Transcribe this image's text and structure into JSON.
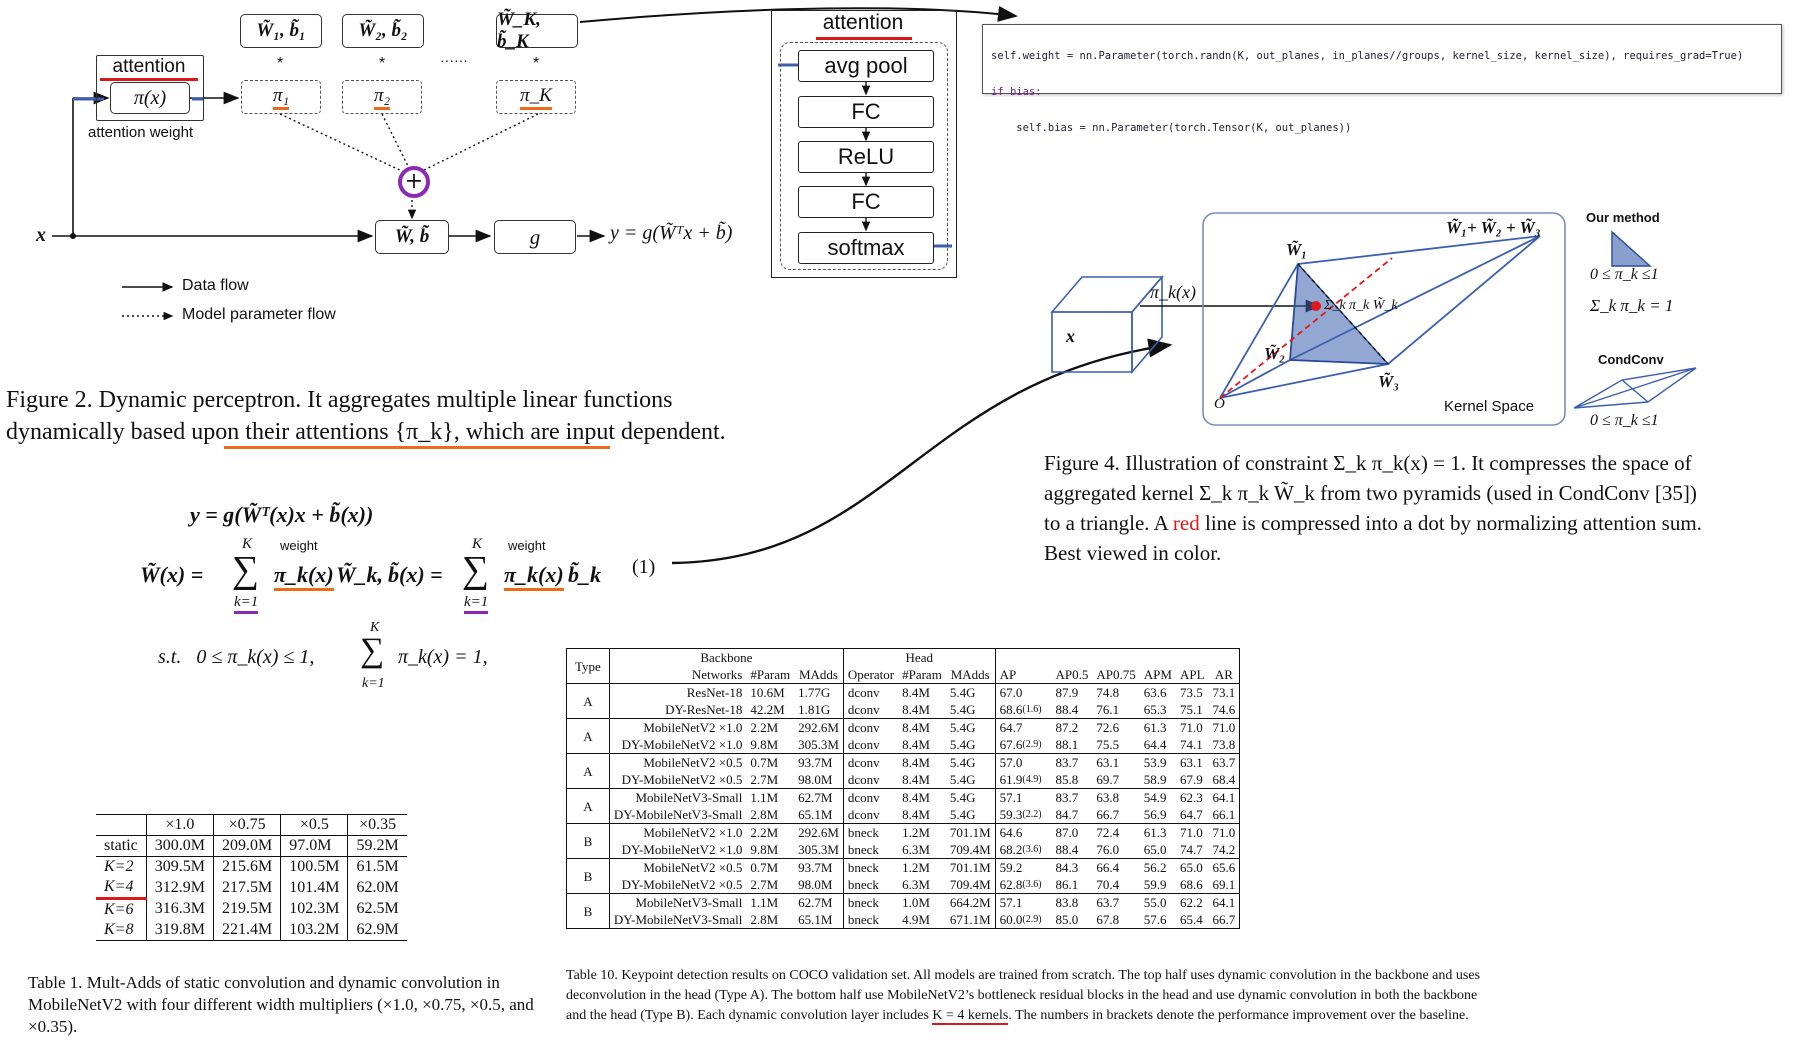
{
  "fig2": {
    "attention_label": "attention",
    "pi_x": "π(x)",
    "attention_weight": "attention weight",
    "params": [
      "W̃₁, b̃₁",
      "W̃₂, b̃₂",
      "W̃_K, b̃_K"
    ],
    "star": "*",
    "ellipsis": "······",
    "pis": [
      "π₁",
      "π₂",
      "π_K"
    ],
    "x_label": "x",
    "wb_box": "W̃, b̃",
    "g_box": "g",
    "output_eq": "y = g(W̃ᵀx + b̃)",
    "legend_data": "Data flow",
    "legend_param": "Model parameter flow",
    "caption": "Figure 2. Dynamic perceptron. It aggregates multiple linear functions dynamically based upon their attentions {π_k}, which are input dependent."
  },
  "attention_module": {
    "title": "attention",
    "layers": [
      "avg pool",
      "FC",
      "ReLU",
      "FC",
      "softmax"
    ]
  },
  "code": {
    "line1": "self.weight = nn.Parameter(torch.randn(K, out_planes, in_planes//groups, kernel_size, kernel_size), requires_grad=True)",
    "line2": "if bias:",
    "line3": "    self.bias = nn.Parameter(torch.Tensor(K, out_planes))"
  },
  "equation": {
    "line1": "y = g(W̃ᵀ(x)x + b̃(x))",
    "line2_left": "W̃(x) = ",
    "sum_top": "K",
    "sum_bottom": "k=1",
    "weight_tag": "weight",
    "term1": "π_k(x)",
    "w_k": "W̃_k, ",
    "b_left": "b̃(x) = ",
    "b_k": "b̃_k",
    "number": "(1)",
    "st": "s.t.   0 ≤ π_k(x) ≤ 1, ",
    "st_sum": "π_k(x) = 1,"
  },
  "fig4": {
    "x_label": "x",
    "pi_label": "π_k(x)",
    "w1": "W̃₁",
    "w2": "W̃₂",
    "w3": "W̃₃",
    "sum_top": "W̃₁+ W̃₂ + W̃₃",
    "sum_inner": "Σ_k π_k W̃_k",
    "origin": "O",
    "kernel_space": "Kernel Space",
    "our_method": "Our method",
    "constraint1": "0 ≤ π_k ≤1",
    "constraint2": "Σ_k π_k = 1",
    "condconv": "CondConv",
    "constraint3": "0 ≤ π_k ≤1",
    "caption_a": "Figure 4. Illustration of constraint Σ_k π_k(x) = 1. It compresses the space of aggregated kernel Σ_k π_k W̃_k from two pyramids (used in CondConv [35]) to a triangle.  A ",
    "caption_red": "red",
    "caption_b": " line is compressed into a dot by normalizing attention sum. Best viewed in color."
  },
  "table1": {
    "headers": [
      "",
      "×1.0",
      "×0.75",
      "×0.5",
      "×0.35"
    ],
    "rows": [
      [
        "static",
        "300.0M",
        "209.0M",
        "97.0M",
        "59.2M"
      ],
      [
        "K=2",
        "309.5M",
        "215.6M",
        "100.5M",
        "61.5M"
      ],
      [
        "K=4",
        "312.9M",
        "217.5M",
        "101.4M",
        "62.0M"
      ],
      [
        "K=6",
        "316.3M",
        "219.5M",
        "102.3M",
        "62.5M"
      ],
      [
        "K=8",
        "319.8M",
        "221.4M",
        "103.2M",
        "62.9M"
      ]
    ],
    "caption": "Table 1. Mult-Adds of static convolution and dynamic convolution in MobileNetV2 with four different width multipliers (×1.0, ×0.75, ×0.5, and ×0.35)."
  },
  "table10": {
    "group_headers": [
      "Type",
      "Backbone",
      "Head"
    ],
    "headers": [
      "Networks",
      "#Param",
      "MAdds",
      "Operator",
      "#Param",
      "MAdds",
      "AP",
      "AP0.5",
      "AP0.75",
      "APM",
      "APL",
      "AR"
    ],
    "groups": [
      {
        "type": "A",
        "rows": [
          [
            "ResNet-18",
            "10.6M",
            "1.77G",
            "dconv",
            "8.4M",
            "5.4G",
            "67.0",
            "",
            "87.9",
            "74.8",
            "63.6",
            "73.5",
            "73.1"
          ],
          [
            "DY-ResNet-18",
            "42.2M",
            "1.81G",
            "dconv",
            "8.4M",
            "5.4G",
            "68.6",
            "(1.6)",
            "88.4",
            "76.1",
            "65.3",
            "75.1",
            "74.6"
          ]
        ]
      },
      {
        "type": "A",
        "rows": [
          [
            "MobileNetV2 ×1.0",
            "2.2M",
            "292.6M",
            "dconv",
            "8.4M",
            "5.4G",
            "64.7",
            "",
            "87.2",
            "72.6",
            "61.3",
            "71.0",
            "71.0"
          ],
          [
            "DY-MobileNetV2 ×1.0",
            "9.8M",
            "305.3M",
            "dconv",
            "8.4M",
            "5.4G",
            "67.6",
            "(2.9)",
            "88.1",
            "75.5",
            "64.4",
            "74.1",
            "73.8"
          ]
        ]
      },
      {
        "type": "A",
        "rows": [
          [
            "MobileNetV2 ×0.5",
            "0.7M",
            "93.7M",
            "dconv",
            "8.4M",
            "5.4G",
            "57.0",
            "",
            "83.7",
            "63.1",
            "53.9",
            "63.1",
            "63.7"
          ],
          [
            "DY-MobileNetV2 ×0.5",
            "2.7M",
            "98.0M",
            "dconv",
            "8.4M",
            "5.4G",
            "61.9",
            "(4.9)",
            "85.8",
            "69.7",
            "58.9",
            "67.9",
            "68.4"
          ]
        ]
      },
      {
        "type": "A",
        "rows": [
          [
            "MobileNetV3-Small",
            "1.1M",
            "62.7M",
            "dconv",
            "8.4M",
            "5.4G",
            "57.1",
            "",
            "83.7",
            "63.8",
            "54.9",
            "62.3",
            "64.1"
          ],
          [
            "DY-MobileNetV3-Small",
            "2.8M",
            "65.1M",
            "dconv",
            "8.4M",
            "5.4G",
            "59.3",
            "(2.2)",
            "84.7",
            "66.7",
            "56.9",
            "64.7",
            "66.1"
          ]
        ]
      },
      {
        "type": "B",
        "rows": [
          [
            "MobileNetV2 ×1.0",
            "2.2M",
            "292.6M",
            "bneck",
            "1.2M",
            "701.1M",
            "64.6",
            "",
            "87.0",
            "72.4",
            "61.3",
            "71.0",
            "71.0"
          ],
          [
            "DY-MobileNetV2 ×1.0",
            "9.8M",
            "305.3M",
            "bneck",
            "6.3M",
            "709.4M",
            "68.2",
            "(3.6)",
            "88.4",
            "76.0",
            "65.0",
            "74.7",
            "74.2"
          ]
        ]
      },
      {
        "type": "B",
        "rows": [
          [
            "MobileNetV2 ×0.5",
            "0.7M",
            "93.7M",
            "bneck",
            "1.2M",
            "701.1M",
            "59.2",
            "",
            "84.3",
            "66.4",
            "56.2",
            "65.0",
            "65.6"
          ],
          [
            "DY-MobileNetV2 ×0.5",
            "2.7M",
            "98.0M",
            "bneck",
            "6.3M",
            "709.4M",
            "62.8",
            "(3.6)",
            "86.1",
            "70.4",
            "59.9",
            "68.6",
            "69.1"
          ]
        ]
      },
      {
        "type": "B",
        "rows": [
          [
            "MobileNetV3-Small",
            "1.1M",
            "62.7M",
            "bneck",
            "1.0M",
            "664.2M",
            "57.1",
            "",
            "83.8",
            "63.7",
            "55.0",
            "62.2",
            "64.1"
          ],
          [
            "DY-MobileNetV3-Small",
            "2.8M",
            "65.1M",
            "bneck",
            "4.9M",
            "671.1M",
            "60.0",
            "(2.9)",
            "85.0",
            "67.8",
            "57.6",
            "65.4",
            "66.7"
          ]
        ]
      }
    ],
    "caption_a": "Table 10. Keypoint detection results on COCO validation set. All models are trained from scratch. The top half uses dynamic convolution in the backbone and uses deconvolution in the head (Type A). The bottom half use MobileNetV2’s bottleneck residual blocks in the head and use dynamic convolution in both the backbone and the head (Type B). Each dynamic convolution layer includes ",
    "caption_u": "K = 4 kernels",
    "caption_b": ". The numbers in brackets denote the performance improvement over the baseline."
  }
}
